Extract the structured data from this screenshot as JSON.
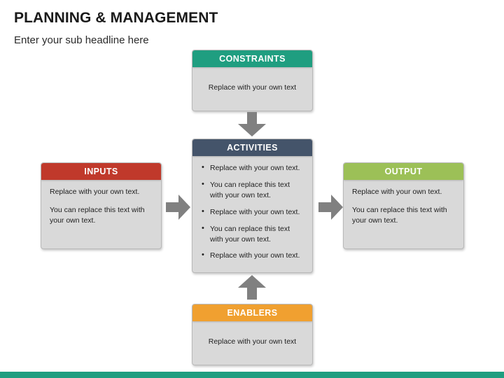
{
  "header": {
    "title": "PLANNING & MANAGEMENT",
    "subtitle": "Enter your sub headline here"
  },
  "colors": {
    "constraints": "#1f9e80",
    "activities": "#44546a",
    "inputs": "#c0392b",
    "output": "#9cc057",
    "enablers": "#f0a030",
    "card_body": "#d9d9d9",
    "arrow": "#808080",
    "footer": "#1f9e80"
  },
  "cards": {
    "constraints": {
      "title": "CONSTRAINTS",
      "body": "Replace with your own text"
    },
    "activities": {
      "title": "ACTIVITIES",
      "bullets": [
        "Replace with your own text.",
        "You can replace this text with your own text.",
        "Replace with your own text.",
        "You can replace this text with your own text.",
        "Replace with your own text."
      ]
    },
    "inputs": {
      "title": "INPUTS",
      "paragraphs": [
        "Replace with your own text.",
        "You can replace this text with your own text."
      ]
    },
    "output": {
      "title": "OUTPUT",
      "paragraphs": [
        "Replace with your own text.",
        "You can replace this text with your own text."
      ]
    },
    "enablers": {
      "title": "ENABLERS",
      "body": "Replace with your own text"
    }
  },
  "arrows": [
    {
      "name": "constraints-to-activities",
      "direction": "down"
    },
    {
      "name": "inputs-to-activities",
      "direction": "right"
    },
    {
      "name": "activities-to-output",
      "direction": "right"
    },
    {
      "name": "enablers-to-activities",
      "direction": "up"
    }
  ]
}
